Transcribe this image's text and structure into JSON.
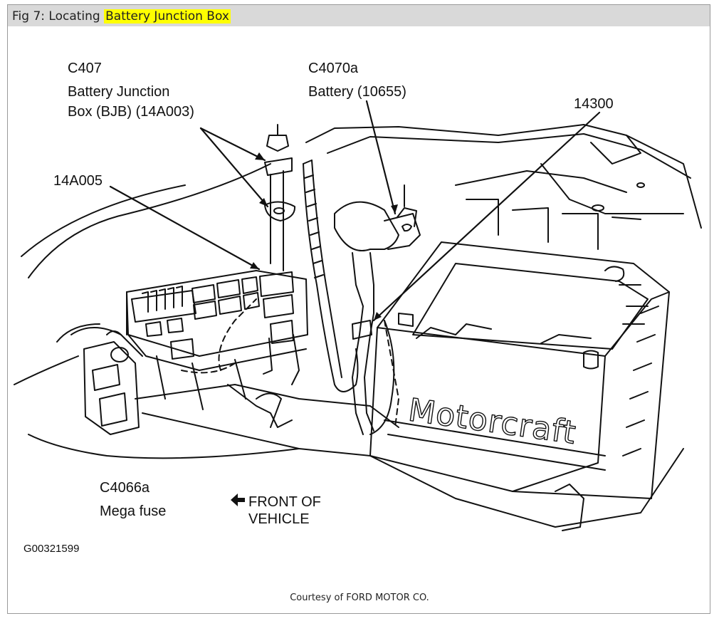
{
  "header": {
    "prefix": "Fig 7: Locating ",
    "highlight": "Battery Junction Box"
  },
  "labels": {
    "c407": "C407",
    "bjb_line1": "Battery Junction",
    "bjb_line2": "Box (BJB) (14A003)",
    "c4070a": "C4070a",
    "battery": "Battery (10655)",
    "p14300": "14300",
    "p14a005": "14A005",
    "c4066a": "C4066a",
    "mega_fuse": "Mega fuse",
    "front_line1": "FRONT OF",
    "front_line2": "VEHICLE",
    "figure_code": "G00321599",
    "brand": "Motorcraft"
  },
  "footer": {
    "courtesy": "Courtesy of FORD MOTOR CO."
  }
}
